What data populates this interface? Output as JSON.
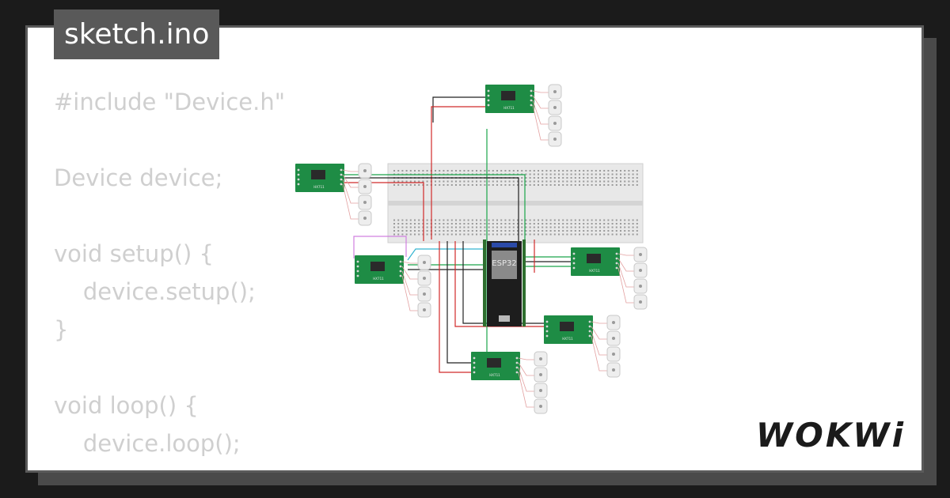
{
  "file": {
    "name": "sketch.ino"
  },
  "code_lines": [
    "#include \"Device.h\"",
    "",
    "Device device;",
    "",
    "void setup() {",
    "    device.setup();",
    "}",
    "",
    "void loop() {",
    "    device.loop();",
    "}"
  ],
  "circuit": {
    "mcu_label": "ESP32",
    "module_count": 6,
    "module_label": "HX711"
  },
  "brand": {
    "logo": "WOKWi"
  },
  "colors": {
    "background": "#1b1b1b",
    "card": "#ffffff",
    "code_text": "#cfcfcf",
    "module_green": "#1e8c45",
    "wire_red": "#d12a2a",
    "wire_black": "#222222",
    "wire_green": "#1aa54a"
  }
}
